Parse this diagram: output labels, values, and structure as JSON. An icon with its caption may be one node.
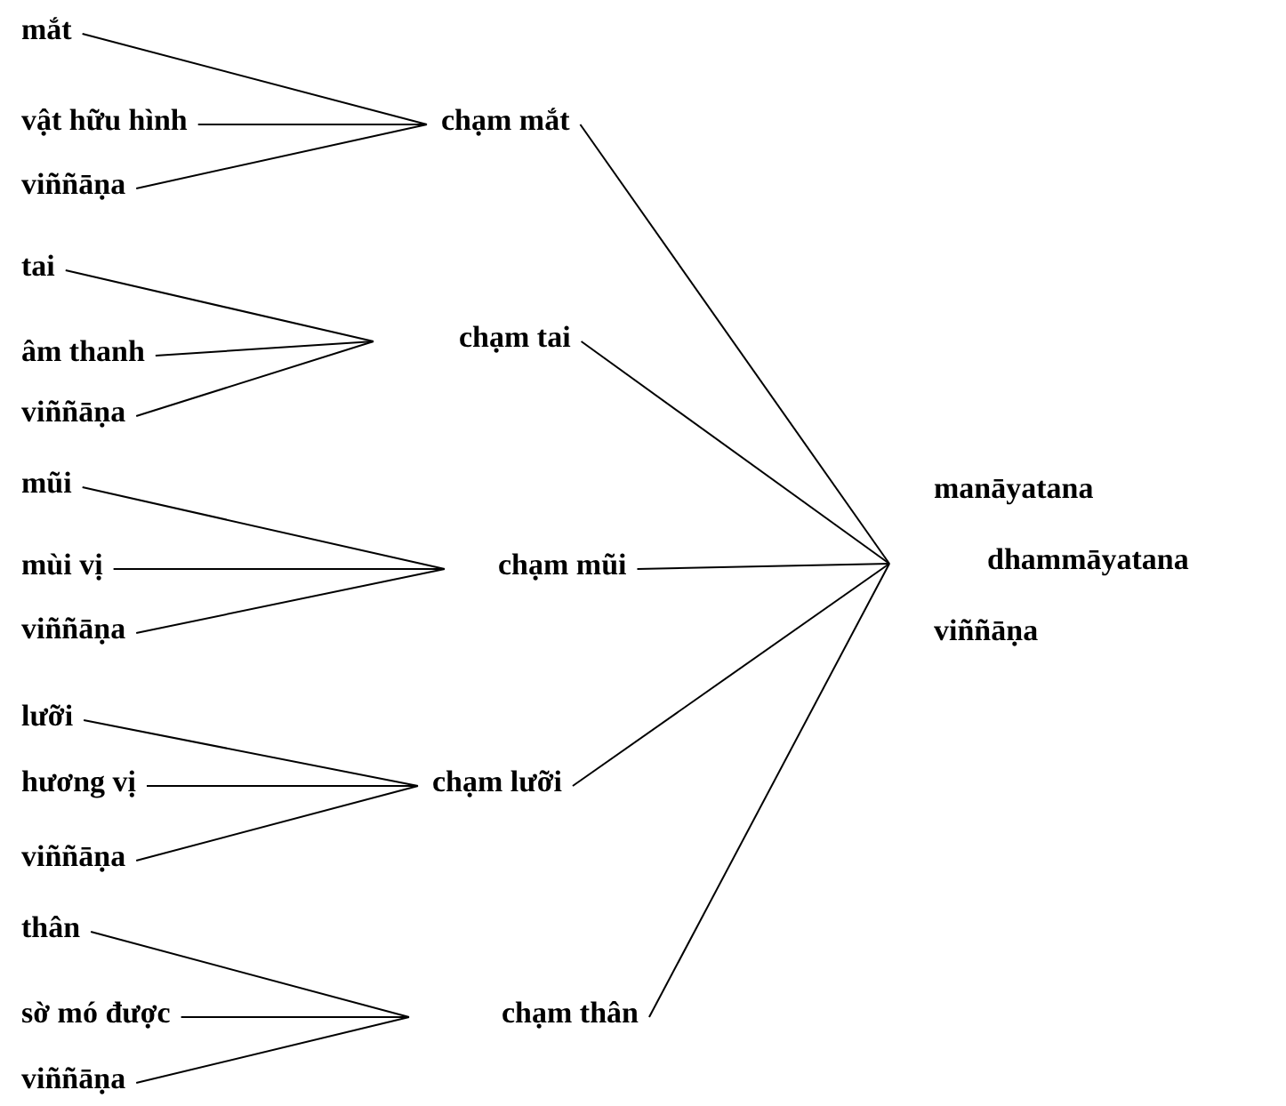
{
  "diagram": {
    "nodes": [
      {
        "text": [
          "mắt"
        ]
      },
      {
        "text": [
          "vật hữu hình"
        ]
      },
      {
        "text": [
          "viññāṇa"
        ]
      },
      {
        "text": [
          "chạm mắt"
        ]
      },
      {
        "text": [
          "tai"
        ]
      },
      {
        "text": [
          "âm thanh"
        ]
      },
      {
        "text": [
          "viññāṇa"
        ]
      },
      {
        "text": [
          "chạm tai"
        ]
      },
      {
        "text": [
          "mũi"
        ]
      },
      {
        "text": [
          "mùi vị"
        ]
      },
      {
        "text": [
          "viññāṇa"
        ]
      },
      {
        "text": [
          "chạm mũi"
        ]
      },
      {
        "text": [
          "lưỡi"
        ]
      },
      {
        "text": [
          "hương vị"
        ]
      },
      {
        "text": [
          "viññāṇa"
        ]
      },
      {
        "text": [
          "chạm lưỡi"
        ]
      },
      {
        "text": [
          "thân"
        ]
      },
      {
        "text": [
          "sờ mó được"
        ]
      },
      {
        "text": [
          "viññāṇa"
        ]
      },
      {
        "text": [
          "chạm thân"
        ]
      },
      {
        "text": [
          "manāyatana",
          "dhammāyatana",
          "viññāṇa"
        ]
      }
    ],
    "edges": [
      {
        "from": 0,
        "to": 3,
        "arrow": "none"
      },
      {
        "from": 1,
        "to": 3,
        "arrow": "none"
      },
      {
        "from": 2,
        "to": 3,
        "arrow": "none"
      },
      {
        "from": 4,
        "to": 7,
        "arrow": "none"
      },
      {
        "from": 5,
        "to": 7,
        "arrow": "none"
      },
      {
        "from": 6,
        "to": 7,
        "arrow": "none"
      },
      {
        "from": 8,
        "to": 11,
        "arrow": "none"
      },
      {
        "from": 9,
        "to": 11,
        "arrow": "none"
      },
      {
        "from": 10,
        "to": 11,
        "arrow": "none"
      },
      {
        "from": 12,
        "to": 15,
        "arrow": "none"
      },
      {
        "from": 13,
        "to": 15,
        "arrow": "none"
      },
      {
        "from": 14,
        "to": 15,
        "arrow": "none"
      },
      {
        "from": 16,
        "to": 19,
        "arrow": "none"
      },
      {
        "from": 17,
        "to": 19,
        "arrow": "none"
      },
      {
        "from": 18,
        "to": 19,
        "arrow": "none"
      },
      {
        "from": 3,
        "to": 20,
        "arrow": "none"
      },
      {
        "from": 7,
        "to": 20,
        "arrow": "none"
      },
      {
        "from": 11,
        "to": 20,
        "arrow": "none"
      },
      {
        "from": 15,
        "to": 20,
        "arrow": "none"
      },
      {
        "from": 19,
        "to": 20,
        "arrow": "none"
      }
    ]
  }
}
